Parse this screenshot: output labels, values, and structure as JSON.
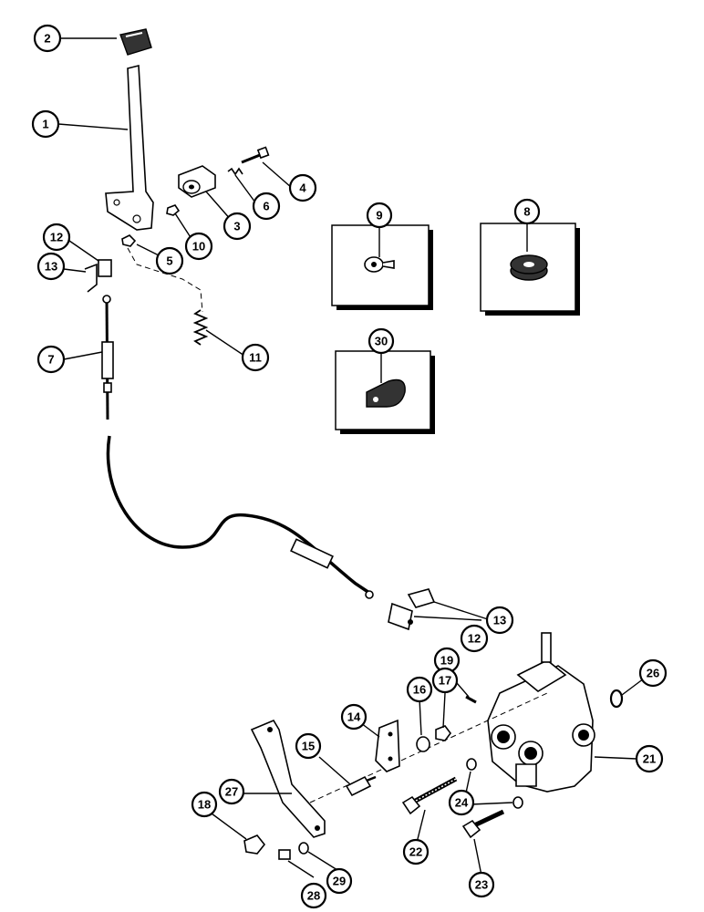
{
  "diagram": {
    "callouts": {
      "c1": "1",
      "c2": "2",
      "c3": "3",
      "c4": "4",
      "c5": "5",
      "c6": "6",
      "c7": "7",
      "c8": "8",
      "c9": "9",
      "c10": "10",
      "c11": "11",
      "c12a": "12",
      "c12b": "12",
      "c13a": "13",
      "c13b": "13",
      "c14": "14",
      "c15": "15",
      "c16": "16",
      "c17": "17",
      "c18": "18",
      "c19": "19",
      "c21": "21",
      "c22": "22",
      "c23": "23",
      "c24": "24",
      "c26": "26",
      "c27": "27",
      "c28": "28",
      "c29": "29",
      "c30": "30"
    }
  }
}
